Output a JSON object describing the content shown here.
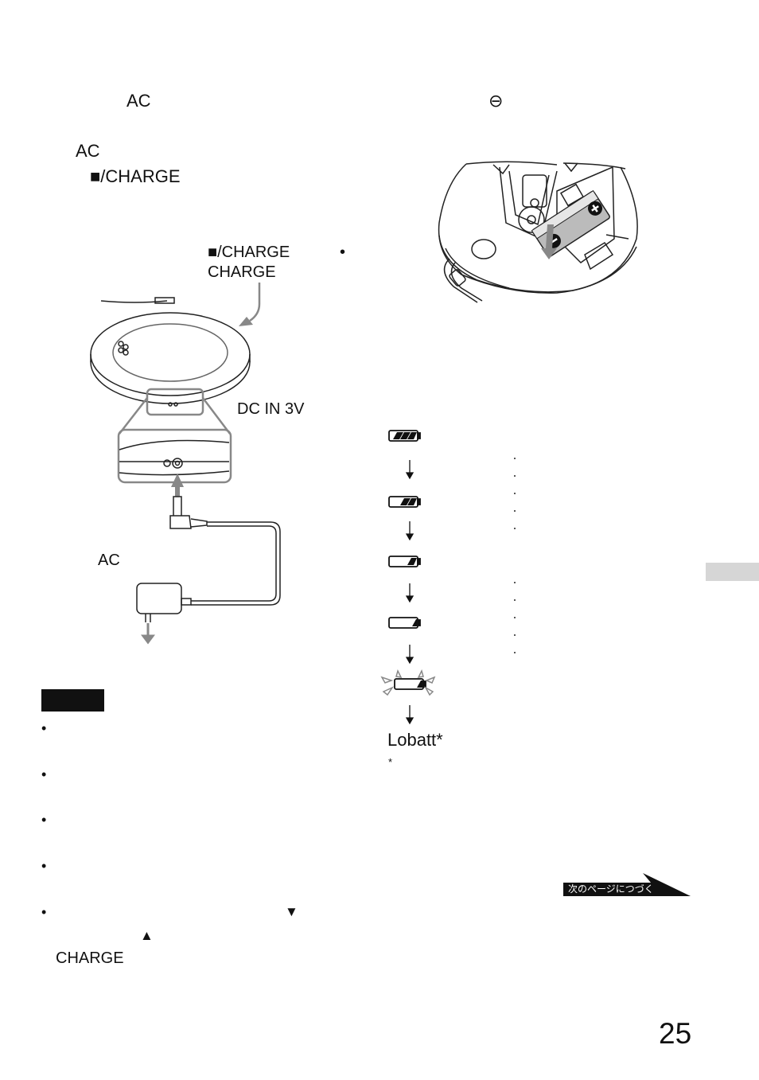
{
  "header": {
    "ac_left": "AC",
    "minus_symbol": "⊖"
  },
  "step": {
    "ac_label": "AC",
    "charge_button": "■/CHARGE"
  },
  "figure_left": {
    "charge_button_label": "■/CHARGE",
    "charge_indicator": "CHARGE",
    "bullet": "•",
    "dc_in": "DC IN 3V",
    "ac_adapter": "AC"
  },
  "battery_indicator": {
    "lobatt": "Lobatt*",
    "footnote_mark": "*"
  },
  "notes": {
    "bullets": [
      "•",
      "•",
      "•",
      "•",
      "•"
    ],
    "arrow_down": "▼",
    "arrow_up": "▲",
    "charge_word": "CHARGE"
  },
  "next_page_label": "次のページにつづく",
  "page_number": "25"
}
